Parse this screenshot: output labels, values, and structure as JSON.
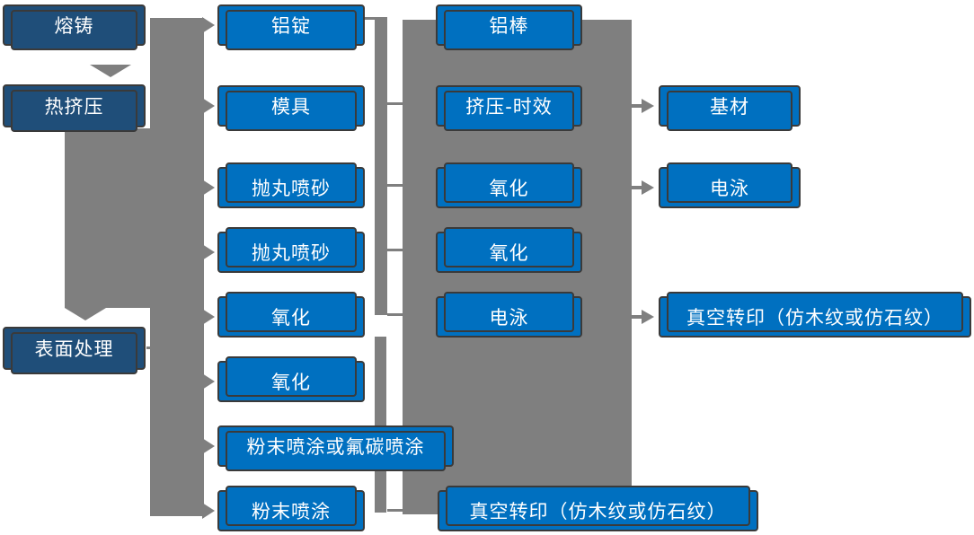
{
  "boxes": {
    "col1": [
      "熔铸",
      "热挤压",
      "表面处理"
    ],
    "col2": [
      "铝锭",
      "模具",
      "抛丸喷砂",
      "抛丸喷砂",
      "氧化",
      "氧化",
      "粉末喷涂或氟碳喷涂",
      "粉末喷涂"
    ],
    "col3": [
      "铝棒",
      "挤压-时效",
      "氧化",
      "氧化",
      "电泳",
      "真空转印（仿木纹或仿石纹）"
    ],
    "col4": [
      "基材",
      "电泳",
      "真空转印（仿木纹或仿石纹）"
    ]
  },
  "colors": {
    "box_blue": "#0070C0",
    "box_navy": "#1F4E79",
    "box_border": "#3A3A3A",
    "box_text": "#FFFFFF",
    "connector_gray": "#7F7F7F"
  }
}
